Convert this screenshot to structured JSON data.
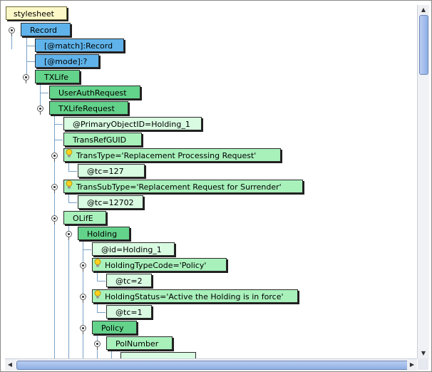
{
  "tree": {
    "nodes": [
      {
        "id": "n0",
        "label": "stylesheet",
        "style": "root",
        "level": 0
      },
      {
        "id": "n1",
        "label": "Record",
        "style": "blue",
        "level": 1
      },
      {
        "id": "n2",
        "label": "[@match]:Record",
        "style": "blue",
        "level": 2
      },
      {
        "id": "n3",
        "label": "[@mode]:?",
        "style": "blue",
        "level": 2
      },
      {
        "id": "n4",
        "label": "TXLife",
        "style": "green",
        "level": 2
      },
      {
        "id": "n5",
        "label": "UserAuthRequest",
        "style": "green",
        "level": 3
      },
      {
        "id": "n6",
        "label": "TXLifeRequest",
        "style": "green",
        "level": 3
      },
      {
        "id": "n7",
        "label": "@PrimaryObjectID=Holding_1",
        "style": "pale",
        "level": 4
      },
      {
        "id": "n8",
        "label": "TransRefGUID",
        "style": "lgreen",
        "level": 4
      },
      {
        "id": "n9",
        "label": "TransType='Replacement Processing Request'",
        "style": "lgreen",
        "level": 4,
        "icon": "lightbulb-icon"
      },
      {
        "id": "n10",
        "label": "@tc=127",
        "style": "pale",
        "level": 5
      },
      {
        "id": "n11",
        "label": "TransSubType='Replacement Request for Surrender'",
        "style": "lgreen",
        "level": 4,
        "icon": "lightbulb-icon"
      },
      {
        "id": "n12",
        "label": "@tc=12702",
        "style": "pale",
        "level": 5
      },
      {
        "id": "n13",
        "label": "OLifE",
        "style": "lgreen",
        "level": 4
      },
      {
        "id": "n14",
        "label": "Holding",
        "style": "green",
        "level": 5
      },
      {
        "id": "n15",
        "label": "@id=Holding_1",
        "style": "pale",
        "level": 6
      },
      {
        "id": "n16",
        "label": "HoldingTypeCode='Policy'",
        "style": "lgreen",
        "level": 6,
        "icon": "lightbulb-icon"
      },
      {
        "id": "n17",
        "label": "@tc=2",
        "style": "pale",
        "level": 7
      },
      {
        "id": "n18",
        "label": "HoldingStatus='Active the Holding is in force'",
        "style": "lgreen",
        "level": 6,
        "icon": "lightbulb-icon"
      },
      {
        "id": "n19",
        "label": "@tc=1",
        "style": "pale",
        "level": 7
      },
      {
        "id": "n20",
        "label": "Policy",
        "style": "green",
        "level": 6
      },
      {
        "id": "n21",
        "label": "PolNumber",
        "style": "lgreen",
        "level": 7
      }
    ]
  },
  "scrollbars": {
    "up_arrow": "▲",
    "down_arrow": "▼",
    "left_arrow": "◀",
    "right_arrow": "▶"
  }
}
